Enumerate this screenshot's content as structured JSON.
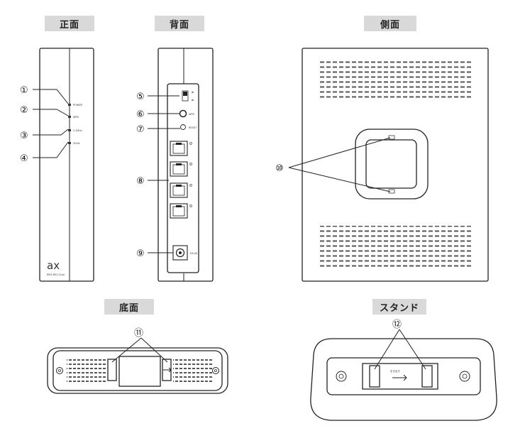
{
  "headings": {
    "front": "正面",
    "back": "背面",
    "side": "側面",
    "bottom": "底面",
    "stand": "スタンド"
  },
  "callouts": {
    "c1": "①",
    "c2": "②",
    "c3": "③",
    "c4": "④",
    "c5": "⑤",
    "c6": "⑥",
    "c7": "⑦",
    "c8": "⑧",
    "c9": "⑨",
    "c10": "⑩",
    "c11": "⑪",
    "c12": "⑫"
  },
  "front_labels": {
    "power": "POWER",
    "wps": "WPS",
    "band24": "2.4GHz",
    "band5": "5GHz"
  },
  "front_logo": {
    "mark": "ax",
    "caption": "IEEE 802.11ax"
  },
  "back_labels": {
    "wps": "WPS",
    "reset": "RESET",
    "dcin": "DC-IN"
  },
  "stand_labels": {
    "slot_text": "引き出す"
  }
}
